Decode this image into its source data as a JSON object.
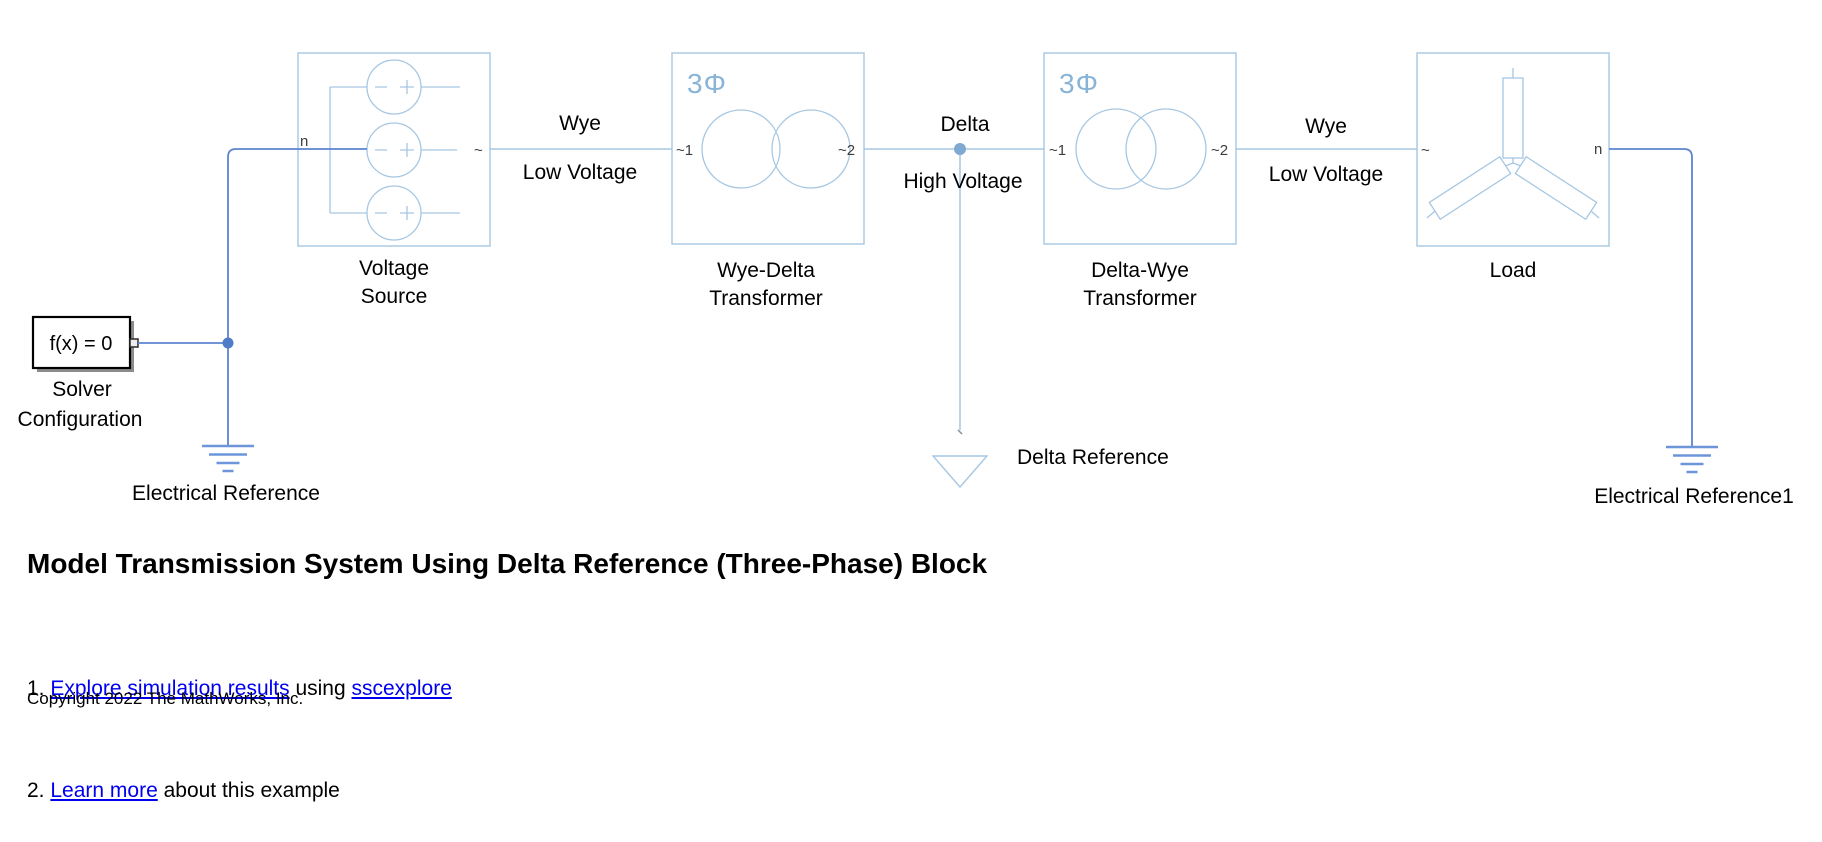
{
  "canvas": {
    "title": "Model Transmission System Using Delta Reference (Three-Phase) Block",
    "list_item_1": {
      "prefix": "1. ",
      "link_explore": "Explore simulation results",
      "mid": " using ",
      "link_sscexplore": "sscexplore"
    },
    "list_item_2": {
      "prefix": "2. ",
      "link_learn": "Learn more",
      "suffix": " about this example"
    },
    "copyright": "Copyright 2022 The MathWorks, Inc."
  },
  "blocks": {
    "voltage_source": {
      "name_line1": "Voltage",
      "name_line2": "Source",
      "port_n": "n",
      "port_ac": "~"
    },
    "wye_delta_transformer": {
      "name_line1": "Wye-Delta",
      "name_line2": "Transformer",
      "badge": "3Φ",
      "port_1": "~1",
      "port_2": "~2"
    },
    "delta_wye_transformer": {
      "name_line1": "Delta-Wye",
      "name_line2": "Transformer",
      "badge": "3Φ",
      "port_1": "~1",
      "port_2": "~2"
    },
    "load": {
      "name": "Load",
      "port_ac": "~",
      "port_n": "n"
    },
    "solver_configuration": {
      "icon_text": "f(x) = 0",
      "name_line1": "Solver",
      "name_line2": "Configuration"
    },
    "electrical_reference": {
      "name": "Electrical Reference"
    },
    "electrical_reference1": {
      "name": "Electrical Reference1"
    },
    "delta_reference": {
      "name": "Delta Reference"
    }
  },
  "wire_labels": {
    "vs_to_wyedelta": {
      "line1": "Wye",
      "line2": "Low Voltage"
    },
    "wyedelta_to_deltawye": {
      "line1": "Delta",
      "line2": "High Voltage"
    },
    "deltawye_to_load": {
      "line1": "Wye",
      "line2": "Low Voltage"
    }
  },
  "colors": {
    "block_outline": "#a6c7e2",
    "wire_light": "#a6c7e2",
    "wire_dark": "#5b85cf",
    "ground": "#6d96da",
    "junction_dark": "#4f7cc9",
    "junction_light": "#7fa9d2",
    "badge_text": "#88b4d8",
    "link": "#0000ee"
  }
}
